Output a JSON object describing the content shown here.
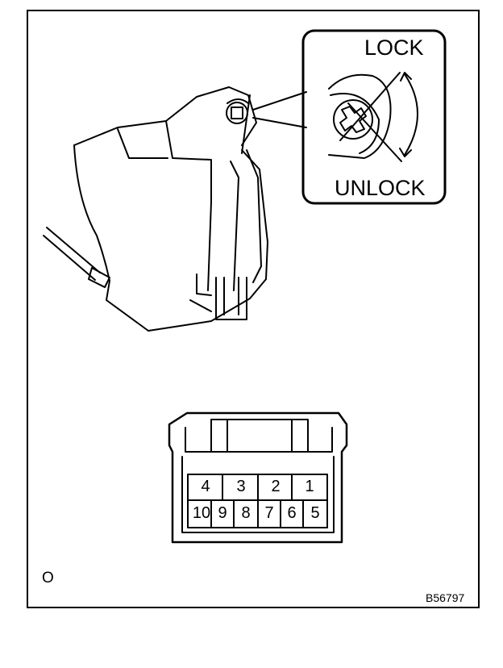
{
  "callout": {
    "lock_label": "LOCK",
    "unlock_label": "UNLOCK"
  },
  "connector": {
    "top_row": [
      "4",
      "3",
      "2",
      "1"
    ],
    "bottom_row": [
      "10",
      "9",
      "8",
      "7",
      "6",
      "5"
    ]
  },
  "code_label": "O",
  "figure_id": "B56797"
}
